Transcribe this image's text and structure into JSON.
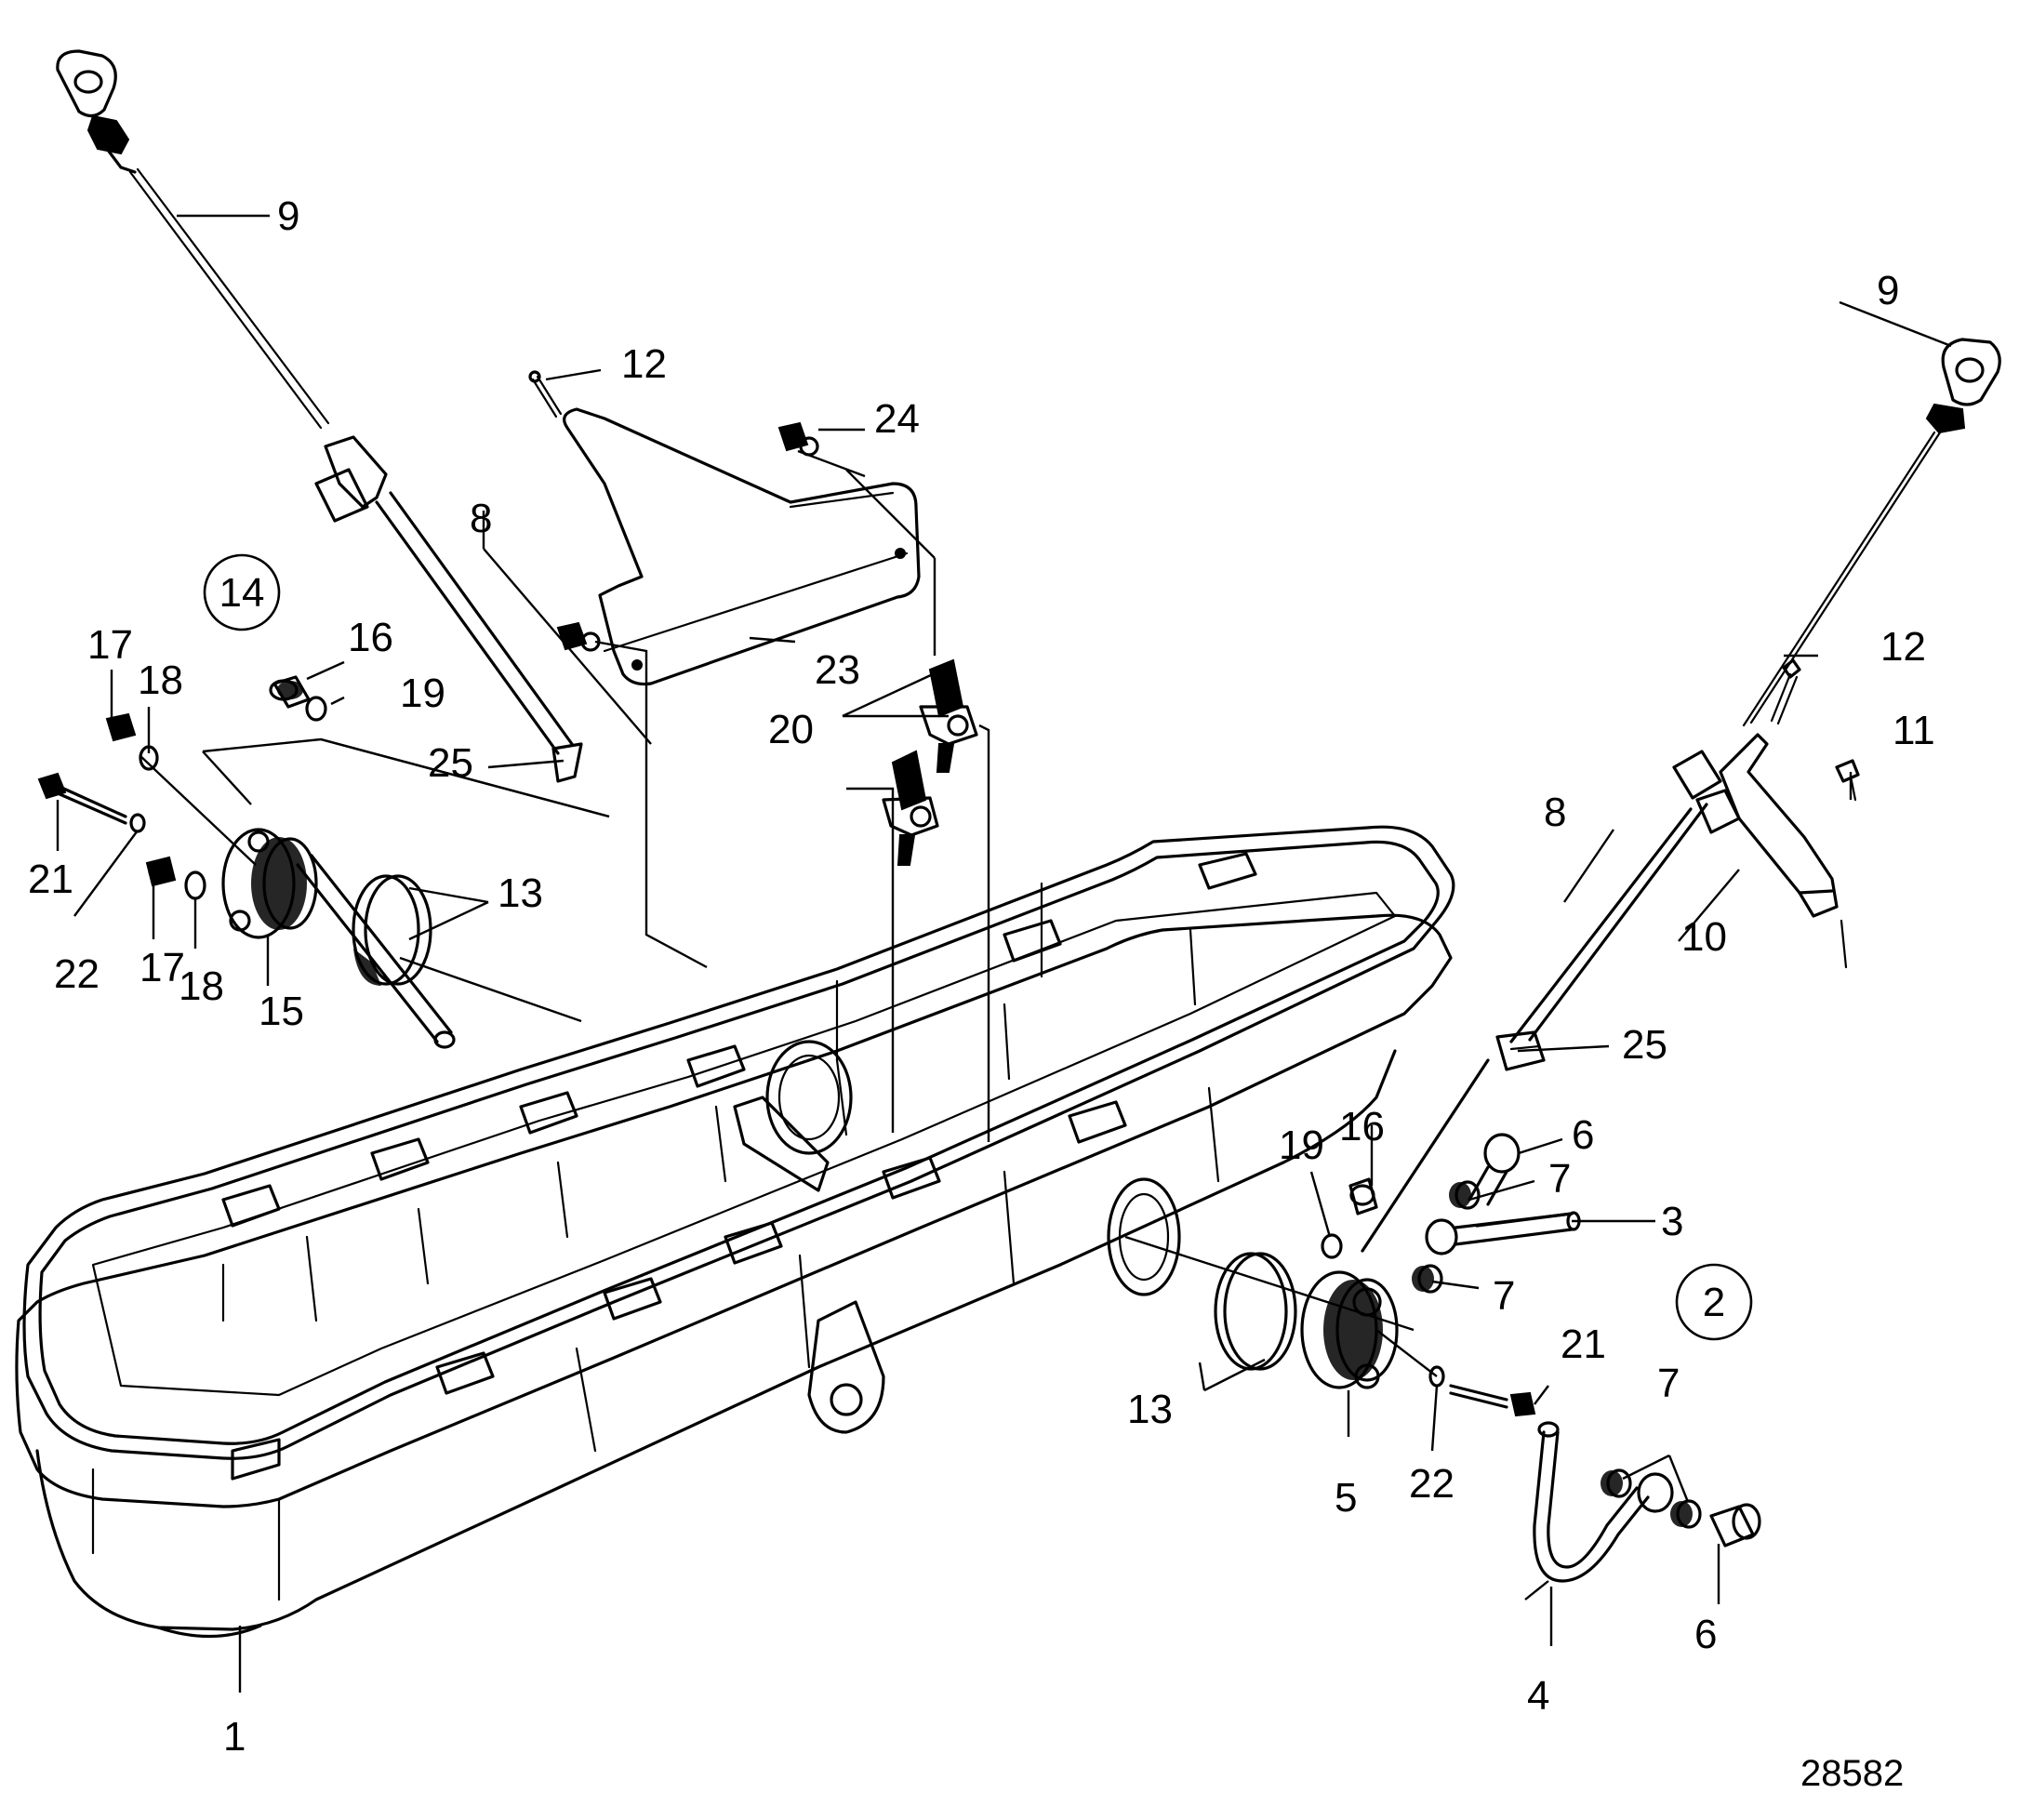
{
  "diagram": {
    "drawing_number": "28582",
    "callouts": {
      "c1": "1",
      "c2": "2",
      "c3": "3",
      "c4": "4",
      "c5": "5",
      "c6a": "6",
      "c6b": "6",
      "c7a": "7",
      "c7b": "7",
      "c7c": "7",
      "c8a": "8",
      "c8b": "8",
      "c9a": "9",
      "c9b": "9",
      "c10": "10",
      "c11": "11",
      "c12a": "12",
      "c12b": "12",
      "c13a": "13",
      "c13b": "13",
      "c14": "14",
      "c15": "15",
      "c16a": "16",
      "c16b": "16",
      "c17a": "17",
      "c17b": "17",
      "c18a": "18",
      "c18b": "18",
      "c19a": "19",
      "c19b": "19",
      "c20": "20",
      "c21a": "21",
      "c21b": "21",
      "c22a": "22",
      "c22b": "22",
      "c23": "23",
      "c24": "24",
      "c25a": "25",
      "c25b": "25"
    }
  }
}
